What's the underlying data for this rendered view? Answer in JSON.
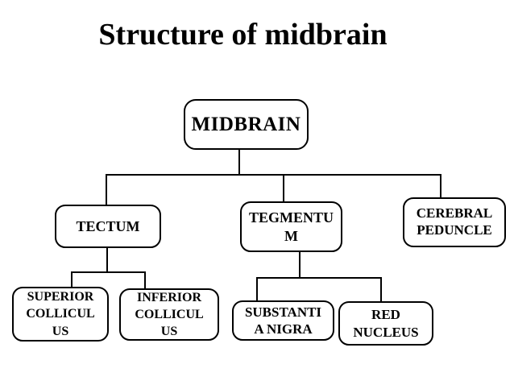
{
  "title": "Structure of midbrain",
  "diagram": {
    "nodes": {
      "midbrain": "MIDBRAIN",
      "tectum": "TECTUM",
      "tegmentum": "TEGMENTU\nM",
      "cerebral_peduncle": "CEREBRAL\nPEDUNCLE",
      "superior_colliculus": "SUPERIOR\nCOLLICUL\nUS",
      "inferior_colliculus": "INFERIOR\nCOLLICUL\nUS",
      "substantia_nigra": "SUBSTANTI\nA NIGRA",
      "red_nucleus": "RED\nNUCLEUS"
    },
    "edges": [
      {
        "from": "MIDBRAIN",
        "to": "TECTUM"
      },
      {
        "from": "MIDBRAIN",
        "to": "TEGMENTUM"
      },
      {
        "from": "MIDBRAIN",
        "to": "CEREBRAL PEDUNCLE"
      },
      {
        "from": "TECTUM",
        "to": "SUPERIOR COLLICULUS"
      },
      {
        "from": "TECTUM",
        "to": "INFERIOR COLLICULUS"
      },
      {
        "from": "TEGMENTUM",
        "to": "SUBSTANTIA NIGRA"
      },
      {
        "from": "TEGMENTUM",
        "to": "RED NUCLEUS"
      }
    ],
    "colors": {
      "background": "#ffffff",
      "box_fill": "#ffffff",
      "box_border": "#000000",
      "line": "#000000",
      "text": "#000000"
    }
  }
}
